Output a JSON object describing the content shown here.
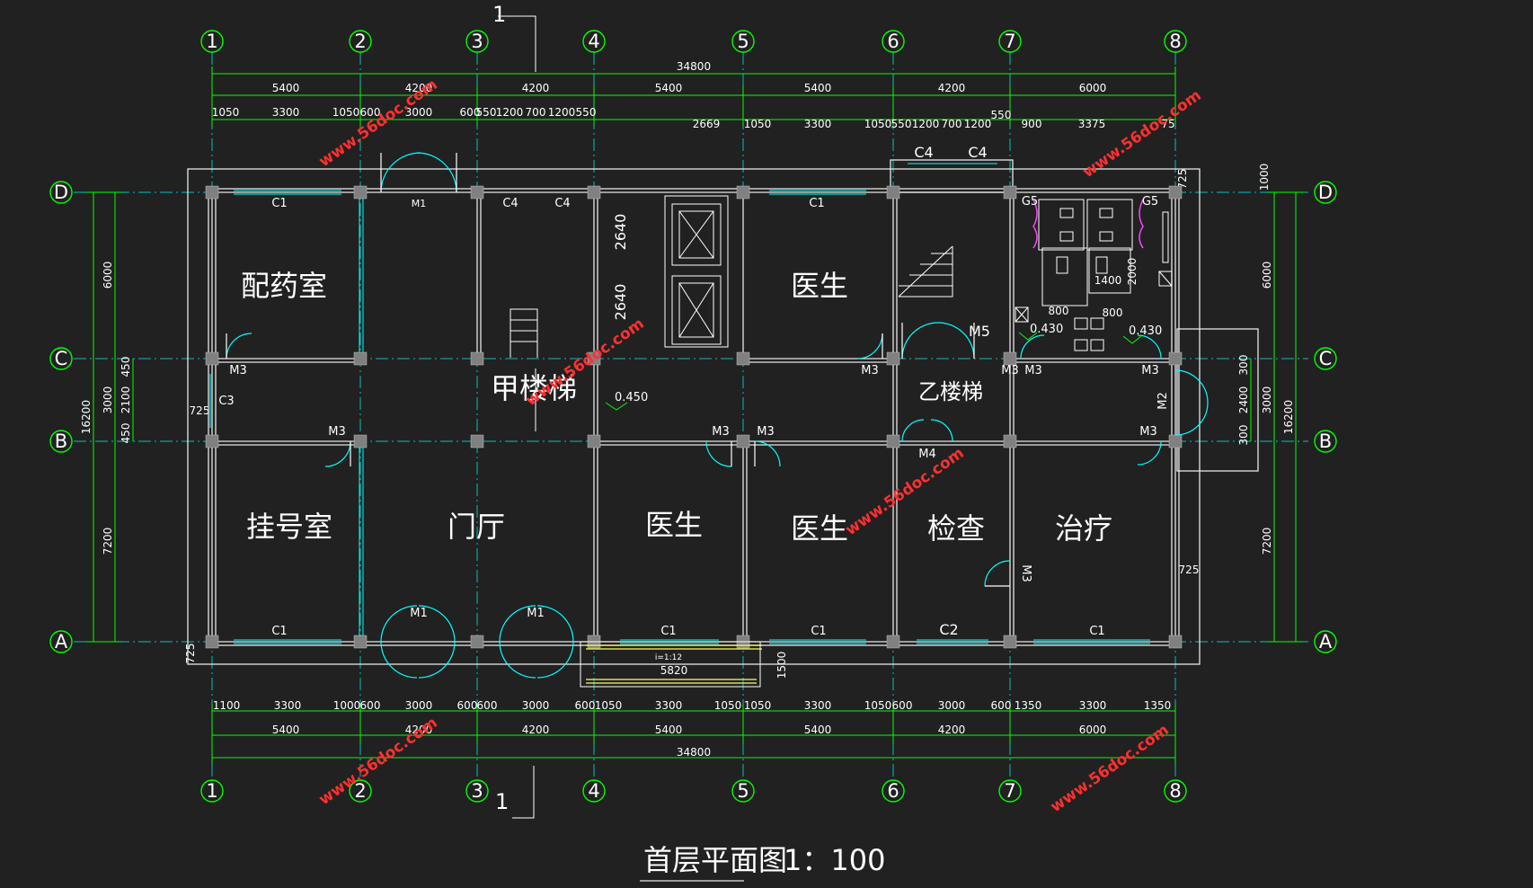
{
  "drawing": {
    "title": "首层平面图",
    "scale": "1：100",
    "section_mark": "1"
  },
  "grid_axes": {
    "vertical": [
      "1",
      "2",
      "3",
      "4",
      "5",
      "6",
      "7",
      "8"
    ],
    "horizontal": [
      "D",
      "C",
      "B",
      "A"
    ]
  },
  "dimensions": {
    "overall": "34800",
    "bays": [
      "5400",
      "4200",
      "5400",
      "5400",
      "4200",
      "6000"
    ],
    "top_detail": [
      "1050",
      "3300",
      "1050",
      "600",
      "3000",
      "600",
      "550",
      "1200",
      "700",
      "1200",
      "550",
      "2669",
      "1050",
      "3300",
      "1050",
      "550",
      "1200",
      "700",
      "1200",
      "550",
      "900",
      "3375",
      "75"
    ],
    "bottom_detail": [
      "1100",
      "3300",
      "1000",
      "600",
      "3000",
      "600",
      "600",
      "3000",
      "600",
      "1050",
      "3300",
      "1050",
      "1050",
      "3300",
      "1050",
      "600",
      "3000",
      "600",
      "1350",
      "3300",
      "1350"
    ],
    "left_overall": "16200",
    "left_bays": [
      "6000",
      "3000",
      "7200"
    ],
    "left_detail": [
      "450",
      "2100",
      "450"
    ],
    "right_overall": "16200",
    "right_bays": [
      "6000",
      "3000",
      "7200"
    ],
    "right_detail": [
      "300",
      "2400",
      "300"
    ],
    "misc": [
      "725",
      "725",
      "725",
      "1000",
      "725",
      "2640",
      "2640",
      "2000",
      "1400",
      "800",
      "800",
      "1500",
      "5820",
      "i=1:12"
    ]
  },
  "rooms": [
    "配药室",
    "甲楼梯",
    "医生",
    "乙楼梯",
    "挂号室",
    "门厅",
    "医生",
    "医生",
    "检查",
    "治疗"
  ],
  "tags": {
    "windows": [
      "C1",
      "C4",
      "C4",
      "C1",
      "C4",
      "C4",
      "C3",
      "C1",
      "C1",
      "C1",
      "C2",
      "C1",
      "G5",
      "G5"
    ],
    "doors": [
      "M1",
      "M3",
      "M3",
      "M5",
      "M3",
      "M3",
      "M2",
      "M3",
      "M3",
      "M3",
      "M3",
      "M4",
      "M3",
      "M3",
      "M1",
      "M1"
    ]
  },
  "elevations": [
    "0.450",
    "0.430",
    "0.430"
  ],
  "watermark": "www.56doc.com",
  "colors": {
    "background": "#212121",
    "grid": "#00ff00",
    "axis_line": "#00ffff",
    "wall": "#e6e6e6",
    "watermark": "#ff3030"
  }
}
